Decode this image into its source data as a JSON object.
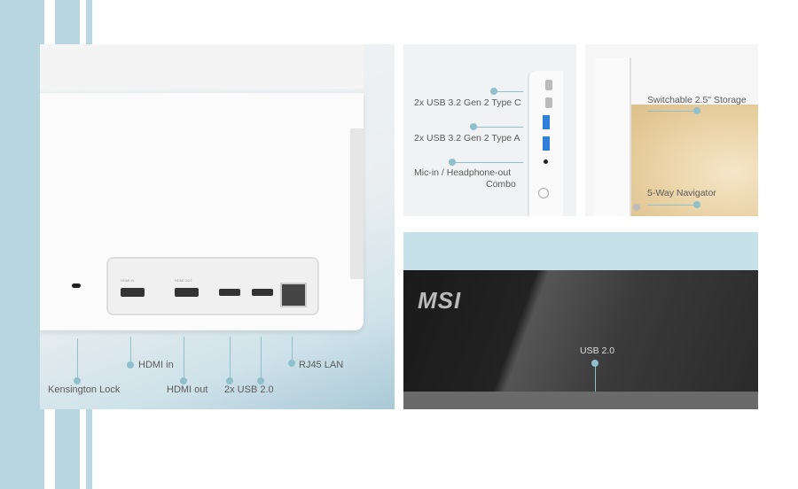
{
  "rear_panel": {
    "port_labels": {
      "hdmi_in": "HDMI IN",
      "hdmi_out": "HDMI OUT"
    },
    "callouts": [
      "Kensington Lock",
      "HDMI in",
      "HDMI out",
      "2x USB 2.0",
      "RJ45 LAN"
    ]
  },
  "side_panel": {
    "callouts": [
      "2x USB 3.2 Gen 2 Type C",
      "2x USB 3.2 Gen 2 Type A",
      "Mic-in / Headphone-out",
      "Combo"
    ]
  },
  "storage_panel": {
    "callouts": [
      "Switchable 2.5\" Storage",
      "5-Way Navigator"
    ]
  },
  "front_panel": {
    "logo": "MSI",
    "callouts": [
      "USB 2.0"
    ]
  },
  "colors": {
    "accent": "#8fc0cc",
    "stripe": "#b7d6df",
    "usb3": "#2f7fd8"
  }
}
